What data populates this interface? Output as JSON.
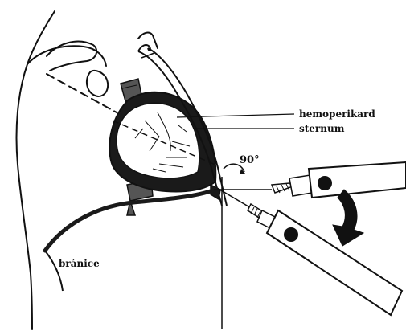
{
  "labels": {
    "hemopericardium": "hemoperikard",
    "sternum": "sternum",
    "angle": "90°",
    "diaphragm": "bránice"
  },
  "colors": {
    "ink": "#111111",
    "background": "#ffffff",
    "fill_dark": "#1a1a1a",
    "fill_mid": "#555555"
  }
}
